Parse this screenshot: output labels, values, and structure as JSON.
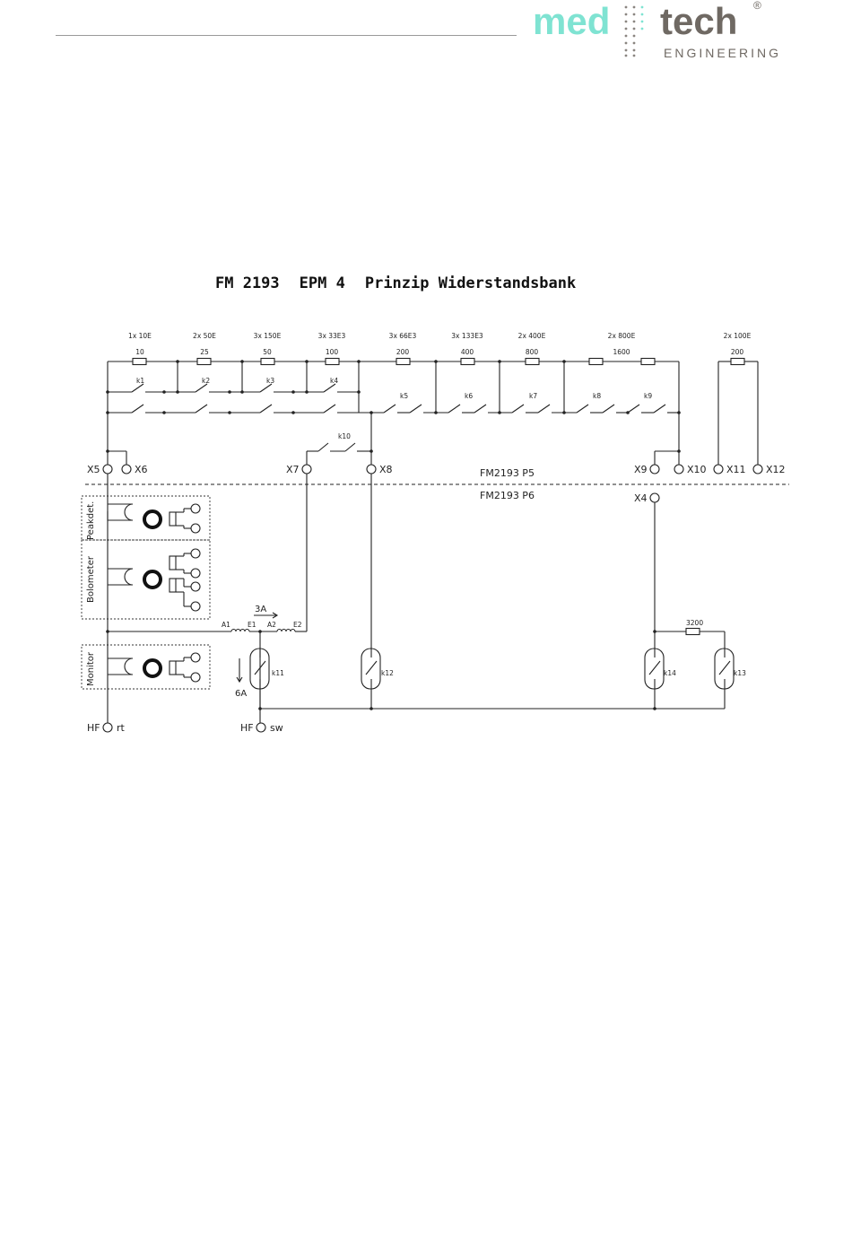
{
  "logo": {
    "part1": "med",
    "part2": "tech",
    "registered": "®",
    "subtitle": "ENGINEERING",
    "accent_color": "#7fe3d2",
    "text_color": "#6f6963"
  },
  "title": {
    "device": "FM 2193",
    "model": "EPM 4",
    "caption": "Prinzip Widerstandsbank"
  },
  "groups": [
    {
      "spec": "1x 10E",
      "value": "10"
    },
    {
      "spec": "2x 50E",
      "value": "25"
    },
    {
      "spec": "3x 150E",
      "value": "50"
    },
    {
      "spec": "3x 33E3",
      "value": "100"
    },
    {
      "spec": "3x 66E3",
      "value": "200"
    },
    {
      "spec": "3x 133E3",
      "value": "400"
    },
    {
      "spec": "2x 400E",
      "value": "800"
    },
    {
      "spec": "2x 800E",
      "value": "1600"
    },
    {
      "spec": "2x 100E",
      "value": "200"
    }
  ],
  "relays": [
    "k1",
    "k2",
    "k3",
    "k4",
    "k5",
    "k6",
    "k7",
    "k8",
    "k9",
    "k10"
  ],
  "reed_relays": [
    "k11",
    "k12",
    "k14",
    "k13"
  ],
  "terminals": [
    "X5",
    "X6",
    "X7",
    "X8",
    "X9",
    "X10",
    "X11",
    "X12",
    "X4"
  ],
  "boards": {
    "upper": "FM2193 P5",
    "lower": "FM2193 P6"
  },
  "modules": [
    "Peakdet.",
    "Bolometer",
    "Monitor"
  ],
  "coil_labels": [
    "A1",
    "E1",
    "A2",
    "E2"
  ],
  "currents": [
    "3A",
    "6A"
  ],
  "sense_resistor": "3200",
  "hf": {
    "label": "HF",
    "red": "rt",
    "black": "sw"
  }
}
